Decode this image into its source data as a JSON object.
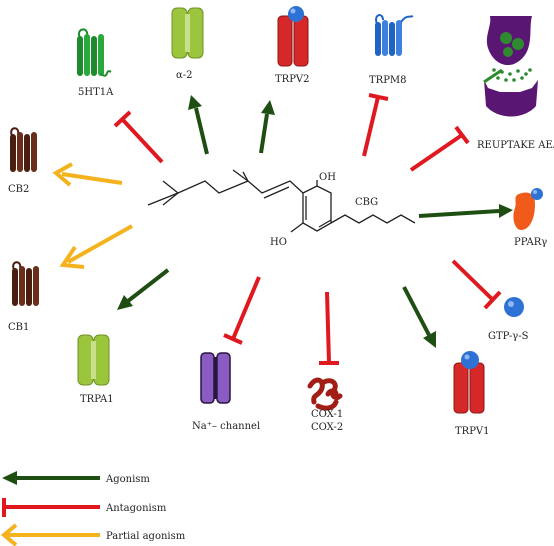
{
  "colors": {
    "agonism": "#1f4e12",
    "antagonism": "#e0181f",
    "partial_agonism": "#f4b21c",
    "channel_green": "#9bc53d",
    "channel_red": "#d62828",
    "channel_purple": "#8a5cc2",
    "gpcr_green": "#1e8a2e",
    "gpcr_blue": "#1f63c7",
    "gpcr_brown": "#4a1f12",
    "ppar_orange": "#f05a1a",
    "ball_blue": "#2f72d6",
    "synapse_purple": "#5a1673",
    "synapse_green": "#2f8a2f"
  },
  "molecule": {
    "name": "CBG",
    "oh_top": "OH",
    "oh_bottom": "HO"
  },
  "targets": [
    {
      "id": "5ht1a",
      "label": "5HT1A",
      "effect": "antagonism",
      "icon": "gpcr-green-icon"
    },
    {
      "id": "alpha2",
      "label": "α-2",
      "effect": "agonism",
      "icon": "channel-green-icon"
    },
    {
      "id": "trpv2",
      "label": "TRPV2",
      "effect": "agonism",
      "icon": "channel-red-ball-icon"
    },
    {
      "id": "trpm8",
      "label": "TRPM8",
      "effect": "antagonism",
      "icon": "gpcr-blue-icon"
    },
    {
      "id": "reuptake",
      "label": "REUPTAKE AEA",
      "effect": "antagonism",
      "icon": "synapse-icon"
    },
    {
      "id": "ppar",
      "label": "PPARγ",
      "effect": "agonism",
      "icon": "ppar-icon"
    },
    {
      "id": "gtp",
      "label": "GTP-γ-S",
      "effect": "antagonism",
      "icon": "ball-icon"
    },
    {
      "id": "trpv1",
      "label": "TRPV1",
      "effect": "agonism",
      "icon": "channel-red-ball-icon"
    },
    {
      "id": "cox",
      "label": "COX-1",
      "label2": "COX-2",
      "effect": "antagonism",
      "icon": "enzyme-icon"
    },
    {
      "id": "na",
      "label": "Na⁺– channel",
      "effect": "antagonism",
      "icon": "channel-purple-icon"
    },
    {
      "id": "trpa1",
      "label": "TRPA1",
      "effect": "agonism",
      "icon": "channel-green-icon"
    },
    {
      "id": "cb1",
      "label": "CB1",
      "effect": "partial_agonism",
      "icon": "gpcr-brown-icon"
    },
    {
      "id": "cb2",
      "label": "CB2",
      "effect": "partial_agonism",
      "icon": "gpcr-brown-icon"
    }
  ],
  "legend": [
    {
      "effect": "agonism",
      "label": "Agonism"
    },
    {
      "effect": "antagonism",
      "label": "Antagonism"
    },
    {
      "effect": "partial_agonism",
      "label": "Partial agonism"
    }
  ]
}
